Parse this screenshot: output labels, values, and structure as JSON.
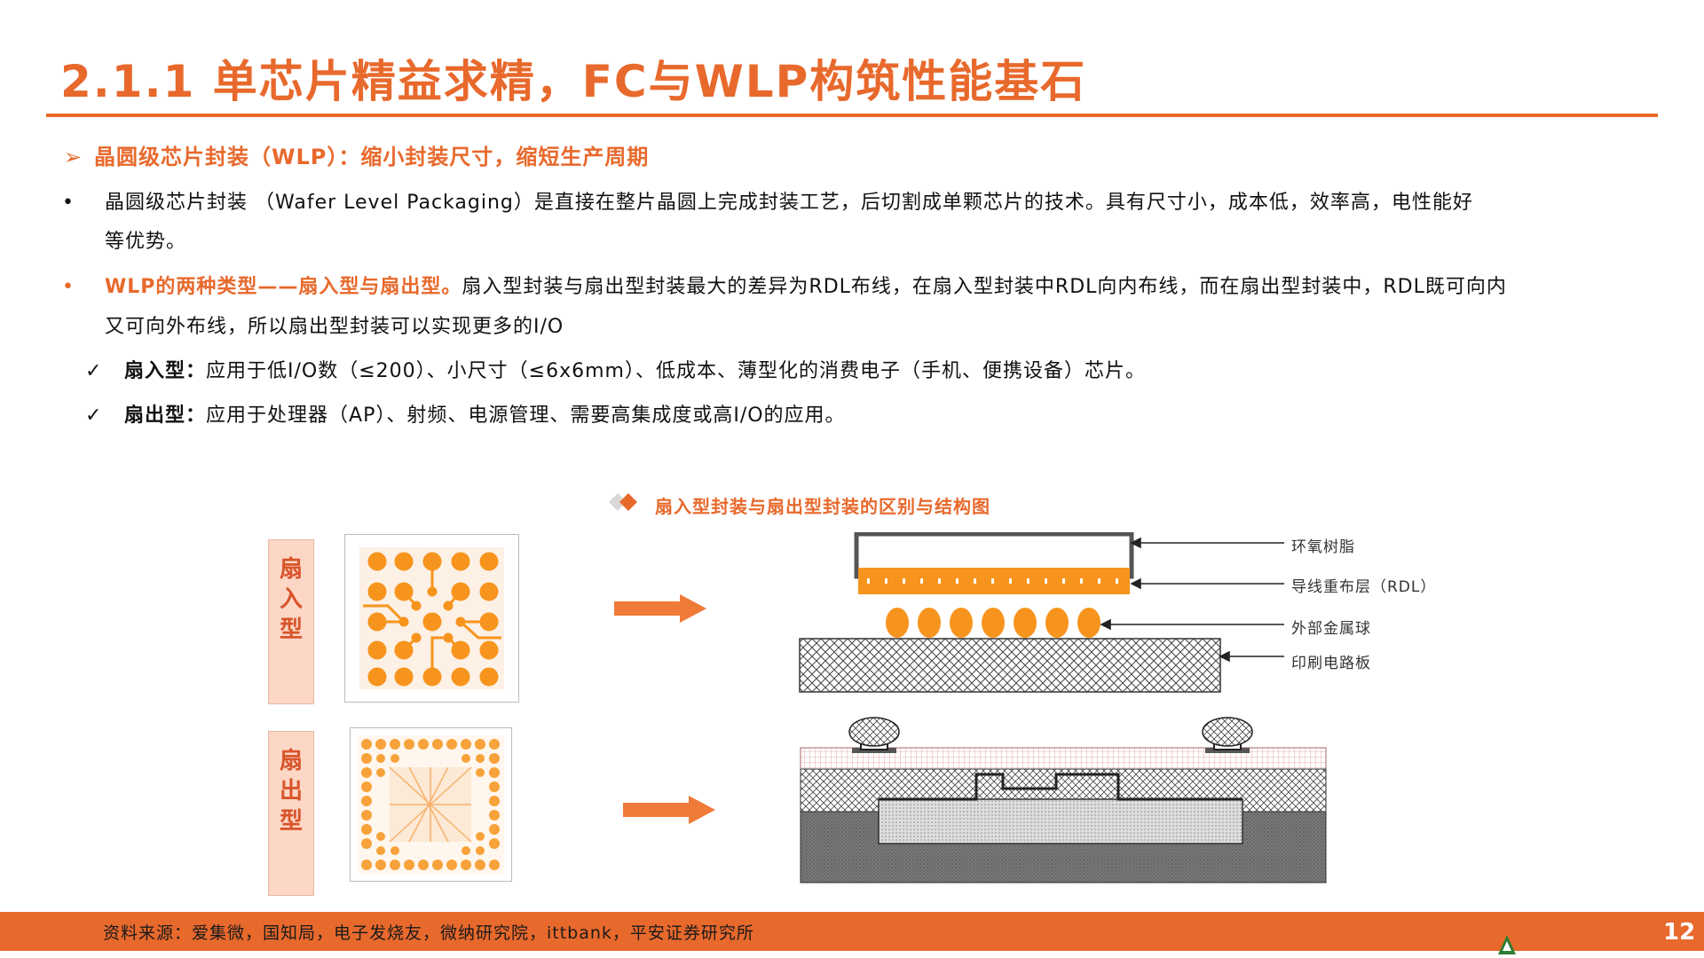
{
  "title": "2.1.1 单芯片精益求精，FC与WLP构筑性能基石",
  "subheading": {
    "arrow": "➢",
    "text": "晶圆级芯片封装（WLP）：缩小封装尺寸，缩短生产周期"
  },
  "bullet1": {
    "dot": "•",
    "line1": "晶圆级芯片封装 （Wafer Level Packaging）是直接在整片晶圆上完成封装工艺，后切割成单颗芯片的技术。具有尺寸小，成本低，效率高，电性能好",
    "line2": "等优势。"
  },
  "bullet2": {
    "dot": "•",
    "highlight": "WLP的两种类型——扇入型与扇出型。",
    "line1_rest": "扇入型封装与扇出型封装最大的差异为RDL布线，在扇入型封装中RDL向内布线，而在扇出型封装中，RDL既可向内",
    "line2": "又可向外布线，所以扇出型封装可以实现更多的I/O"
  },
  "check1": {
    "mark": "✓",
    "label": "扇入型：",
    "text": "应用于低I/O数（≤200）、小尺寸（≤6x6mm）、低成本、薄型化的消费电子（手机、便携设备）芯片。"
  },
  "check2": {
    "mark": "✓",
    "label": "扇出型：",
    "text": "应用于处理器（AP）、射频、电源管理、需要高集成度或高I/O的应用。"
  },
  "figure": {
    "caption": "扇入型封装与扇出型封装的区别与结构图",
    "fanin_tag": [
      "扇",
      "入",
      "型"
    ],
    "fanout_tag": [
      "扇",
      "出",
      "型"
    ],
    "legend": {
      "epoxy": "环氧树脂",
      "rdl": "导线重布层（RDL）",
      "balls": "外部金属球",
      "pcb": "印刷电路板"
    },
    "colors": {
      "accent": "#e8692c",
      "ball": "#f7941d",
      "tag_bg": "#fcd7c6"
    }
  },
  "footer": {
    "source": "资料来源：爱集微，国知局，电子发烧友，微纳研究院，ittbank，平安证券研究所",
    "page": "12"
  }
}
